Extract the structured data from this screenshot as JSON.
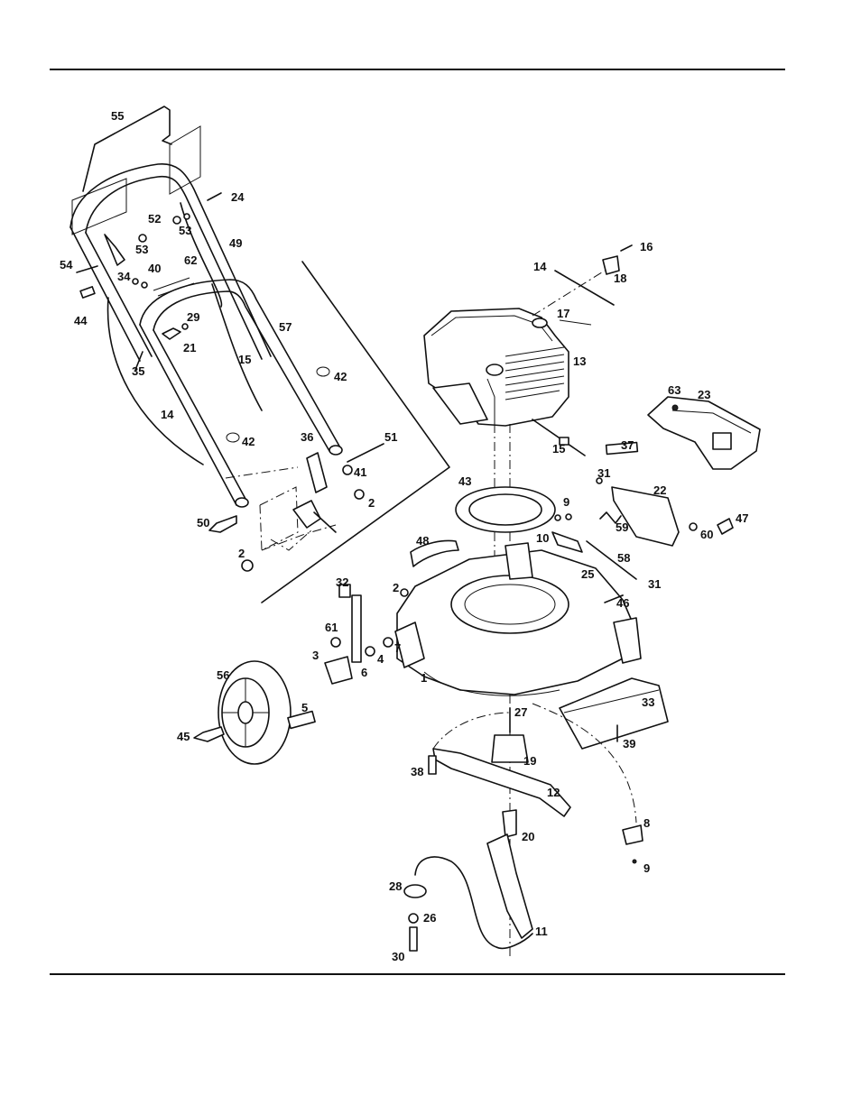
{
  "callouts": [
    {
      "id": "label-55",
      "text": "55"
    },
    {
      "id": "label-24",
      "text": "24"
    },
    {
      "id": "label-52",
      "text": "52"
    },
    {
      "id": "label-53a",
      "text": "53"
    },
    {
      "id": "label-53b",
      "text": "53"
    },
    {
      "id": "label-49",
      "text": "49"
    },
    {
      "id": "label-54",
      "text": "54"
    },
    {
      "id": "label-34",
      "text": "34"
    },
    {
      "id": "label-40",
      "text": "40"
    },
    {
      "id": "label-62",
      "text": "62"
    },
    {
      "id": "label-44",
      "text": "44"
    },
    {
      "id": "label-29",
      "text": "29"
    },
    {
      "id": "label-21",
      "text": "21"
    },
    {
      "id": "label-57",
      "text": "57"
    },
    {
      "id": "label-35",
      "text": "35"
    },
    {
      "id": "label-15a",
      "text": "15"
    },
    {
      "id": "label-42a",
      "text": "42"
    },
    {
      "id": "label-14a",
      "text": "14"
    },
    {
      "id": "label-42b",
      "text": "42"
    },
    {
      "id": "label-36",
      "text": "36"
    },
    {
      "id": "label-51",
      "text": "51"
    },
    {
      "id": "label-41",
      "text": "41"
    },
    {
      "id": "label-2a",
      "text": "2"
    },
    {
      "id": "label-50",
      "text": "50"
    },
    {
      "id": "label-2b",
      "text": "2"
    },
    {
      "id": "label-16",
      "text": "16"
    },
    {
      "id": "label-14b",
      "text": "14"
    },
    {
      "id": "label-18",
      "text": "18"
    },
    {
      "id": "label-17",
      "text": "17"
    },
    {
      "id": "label-13",
      "text": "13"
    },
    {
      "id": "label-63",
      "text": "63"
    },
    {
      "id": "label-23",
      "text": "23"
    },
    {
      "id": "label-15b",
      "text": "15"
    },
    {
      "id": "label-37",
      "text": "37"
    },
    {
      "id": "label-31a",
      "text": "31"
    },
    {
      "id": "label-22",
      "text": "22"
    },
    {
      "id": "label-43",
      "text": "43"
    },
    {
      "id": "label-9a",
      "text": "9"
    },
    {
      "id": "label-59",
      "text": "59"
    },
    {
      "id": "label-47",
      "text": "47"
    },
    {
      "id": "label-10",
      "text": "10"
    },
    {
      "id": "label-60",
      "text": "60"
    },
    {
      "id": "label-48",
      "text": "48"
    },
    {
      "id": "label-58",
      "text": "58"
    },
    {
      "id": "label-25",
      "text": "25"
    },
    {
      "id": "label-31b",
      "text": "31"
    },
    {
      "id": "label-32",
      "text": "32"
    },
    {
      "id": "label-2c",
      "text": "2"
    },
    {
      "id": "label-46",
      "text": "46"
    },
    {
      "id": "label-61",
      "text": "61"
    },
    {
      "id": "label-3",
      "text": "3"
    },
    {
      "id": "label-7",
      "text": "7"
    },
    {
      "id": "label-4",
      "text": "4"
    },
    {
      "id": "label-6",
      "text": "6"
    },
    {
      "id": "label-56",
      "text": "56"
    },
    {
      "id": "label-1",
      "text": "1"
    },
    {
      "id": "label-5",
      "text": "5"
    },
    {
      "id": "label-27",
      "text": "27"
    },
    {
      "id": "label-33",
      "text": "33"
    },
    {
      "id": "label-45",
      "text": "45"
    },
    {
      "id": "label-39",
      "text": "39"
    },
    {
      "id": "label-38",
      "text": "38"
    },
    {
      "id": "label-19",
      "text": "19"
    },
    {
      "id": "label-12",
      "text": "12"
    },
    {
      "id": "label-8",
      "text": "8"
    },
    {
      "id": "label-20",
      "text": "20"
    },
    {
      "id": "label-9b",
      "text": "9"
    },
    {
      "id": "label-28",
      "text": "28"
    },
    {
      "id": "label-26",
      "text": "26"
    },
    {
      "id": "label-11",
      "text": "11"
    },
    {
      "id": "label-30",
      "text": "30"
    }
  ]
}
